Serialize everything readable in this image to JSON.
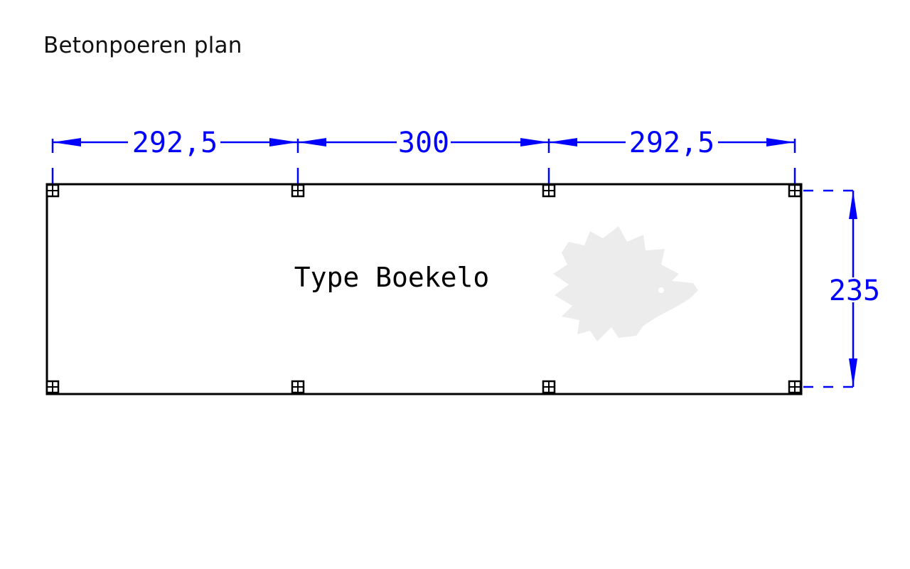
{
  "title": "Betonpoeren plan",
  "plan": {
    "label": "Type Boekelo",
    "dimensions": {
      "widths": [
        "292,5",
        "300",
        "292,5"
      ],
      "depth": "235"
    },
    "post_count": 8,
    "colors": {
      "dimension": "#0000ff",
      "outline": "#000000",
      "watermark": "#ececec"
    }
  }
}
